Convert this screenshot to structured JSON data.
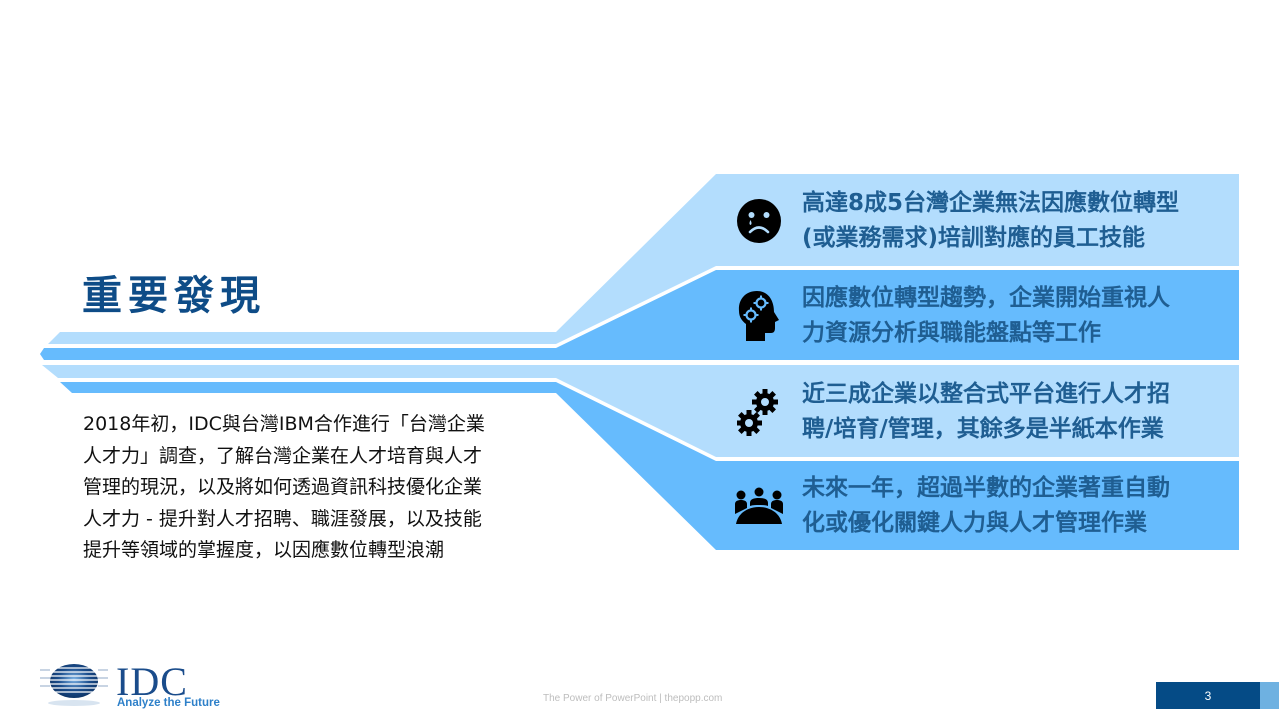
{
  "slide": {
    "title": "重要發現",
    "body_lines": [
      "2018年初，IDC與台灣IBM合作進行「台灣企業",
      "人才力」調查，了解台灣企業在人才培育與人才",
      "管理的現況，以及將如何透過資訊科技優化企業",
      "人才力 - 提升對人才招聘、職涯發展，以及技能",
      "提升等領域的掌握度，以因應數位轉型浪潮"
    ],
    "findings": [
      {
        "icon": "sad-face-icon",
        "lines": [
          "高達8成5台灣企業無法因應數位轉型",
          "(或業務需求)培訓對應的員工技能"
        ]
      },
      {
        "icon": "head-gears-icon",
        "lines": [
          "因應數位轉型趨勢，企業開始重視人",
          "力資源分析與職能盤點等工作"
        ]
      },
      {
        "icon": "gears-icon",
        "lines": [
          "近三成企業以整合式平台進行人才招",
          "聘/培育/管理，其餘多是半紙本作業"
        ]
      },
      {
        "icon": "team-meeting-icon",
        "lines": [
          "未來一年，超過半數的企業著重自動",
          "化或優化關鍵人力與人才管理作業"
        ]
      }
    ],
    "colors": {
      "light_band": "#B3DDFD",
      "medium_band": "#66BBFD",
      "title": "#0E4C87",
      "finding_text": "#1F5E92",
      "page_box": "#054B86",
      "page_accent": "#6EB1E1"
    }
  },
  "footer": {
    "logo_text": "IDC",
    "logo_tagline": "Analyze the Future",
    "credit": "The Power of PowerPoint | thepopp.com",
    "page_number": "3"
  }
}
